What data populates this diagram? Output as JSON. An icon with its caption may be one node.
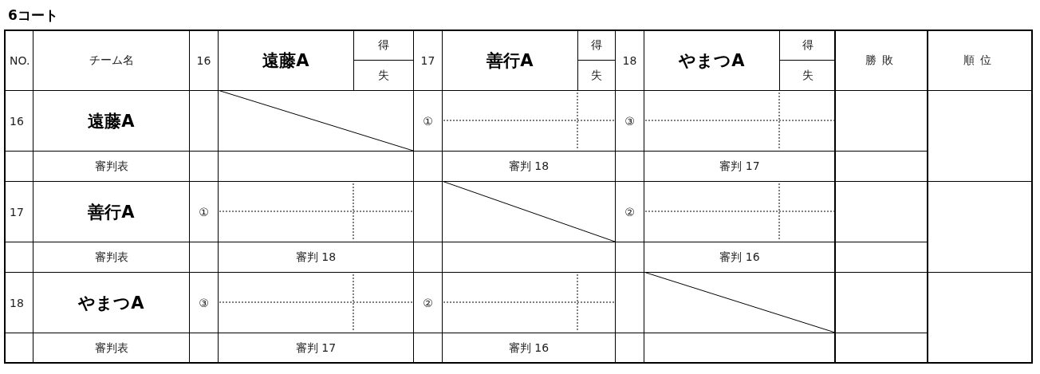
{
  "diagram": {
    "title": "6コート",
    "labels": [
      "NO.",
      "チーム名",
      "16",
      "遠藤A",
      "得",
      "17",
      "善行A",
      "得",
      "18",
      "やまつA",
      "得",
      "勝敗",
      "順位",
      "失",
      "失",
      "失",
      "16",
      "遠藤A",
      "①",
      "③",
      "審判表",
      "審判 18",
      "審判 17",
      "17",
      "善行A",
      "①",
      "②",
      "審判表",
      "審判 18",
      "審判 16",
      "18",
      "やまつA",
      "③",
      "②",
      "審判表",
      "審判 17",
      "審判 16"
    ]
  }
}
